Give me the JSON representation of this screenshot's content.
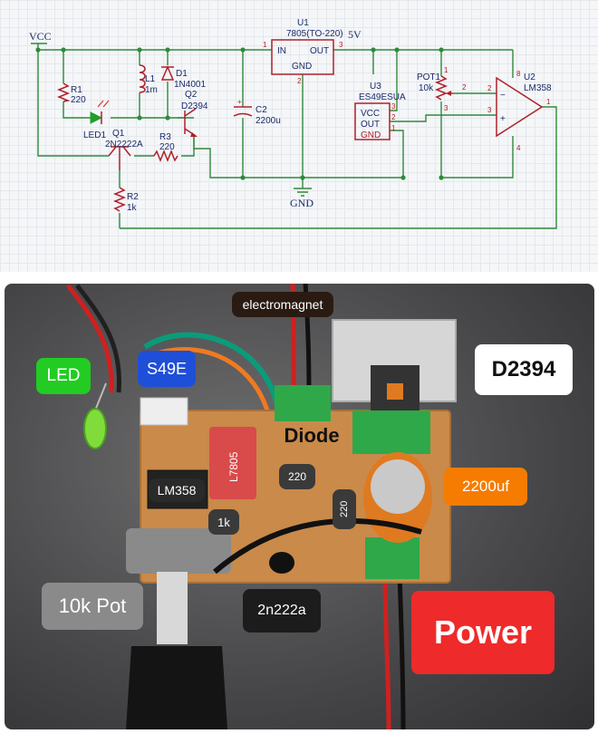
{
  "schematic": {
    "labels": {
      "vcc": "VCC",
      "gnd": "GND",
      "u1_ref": "U1",
      "u1_value": "7805(TO-220)",
      "u1_in": "IN",
      "u1_out": "OUT",
      "u1_gnd": "GND",
      "u1_pin1": "1",
      "u1_pin2": "2",
      "u1_pin3": "3",
      "five_v": "5V",
      "r1_ref": "R1",
      "r1_value": "220",
      "led1_ref": "LED1",
      "l1_ref": "L1",
      "l1_value": "1m",
      "d1_ref": "D1",
      "d1_value": "1N4001",
      "q2_ref": "Q2",
      "q2_value": "D2394",
      "c2_ref": "C2",
      "c2_value": "2200u",
      "q1_ref": "Q1",
      "q1_value": "2N2222A",
      "r3_ref": "R3",
      "r3_value": "220",
      "r2_ref": "R2",
      "r2_value": "1k",
      "u3_ref": "U3",
      "u3_value": "ES49ESUA",
      "u3_vcc": "VCC",
      "u3_out": "OUT",
      "u3_gnd": "GND",
      "u3_pin1": "1",
      "u3_pin2": "2",
      "u3_pin3": "3",
      "pot1_ref": "POT1",
      "pot1_value": "10k",
      "u2_ref": "U2",
      "u2_value": "LM358",
      "u2_minus": "−",
      "u2_plus": "+",
      "u2_pin1": "1",
      "u2_pin2": "2",
      "u2_pin3": "3",
      "u2_pin4": "4",
      "u2_pin8": "8",
      "pot_pin1": "1",
      "pot_pin2": "2",
      "pot_pin3": "3"
    }
  },
  "photo": {
    "tags": {
      "electromagnet": "electromagnet",
      "led": "LED",
      "s49e": "S49E",
      "d2394": "D2394",
      "diode": "Diode",
      "lm358": "LM358",
      "l7805": "L7805",
      "r220_a": "220",
      "r220_b": "220",
      "cap_2200uf": "2200uf",
      "r1k": "1k",
      "pot_10k": "10k Pot",
      "t2n222a": "2n222a",
      "power": "Power"
    }
  },
  "colors": {
    "wire": "#2f8a3a",
    "part": "#b0202a",
    "label": "#1b2a6b",
    "led_tag": "#22cc22",
    "s49e_tag": "#1e4fd8",
    "cap_tag": "#f57c00",
    "power_tag": "#ee2a2a"
  }
}
